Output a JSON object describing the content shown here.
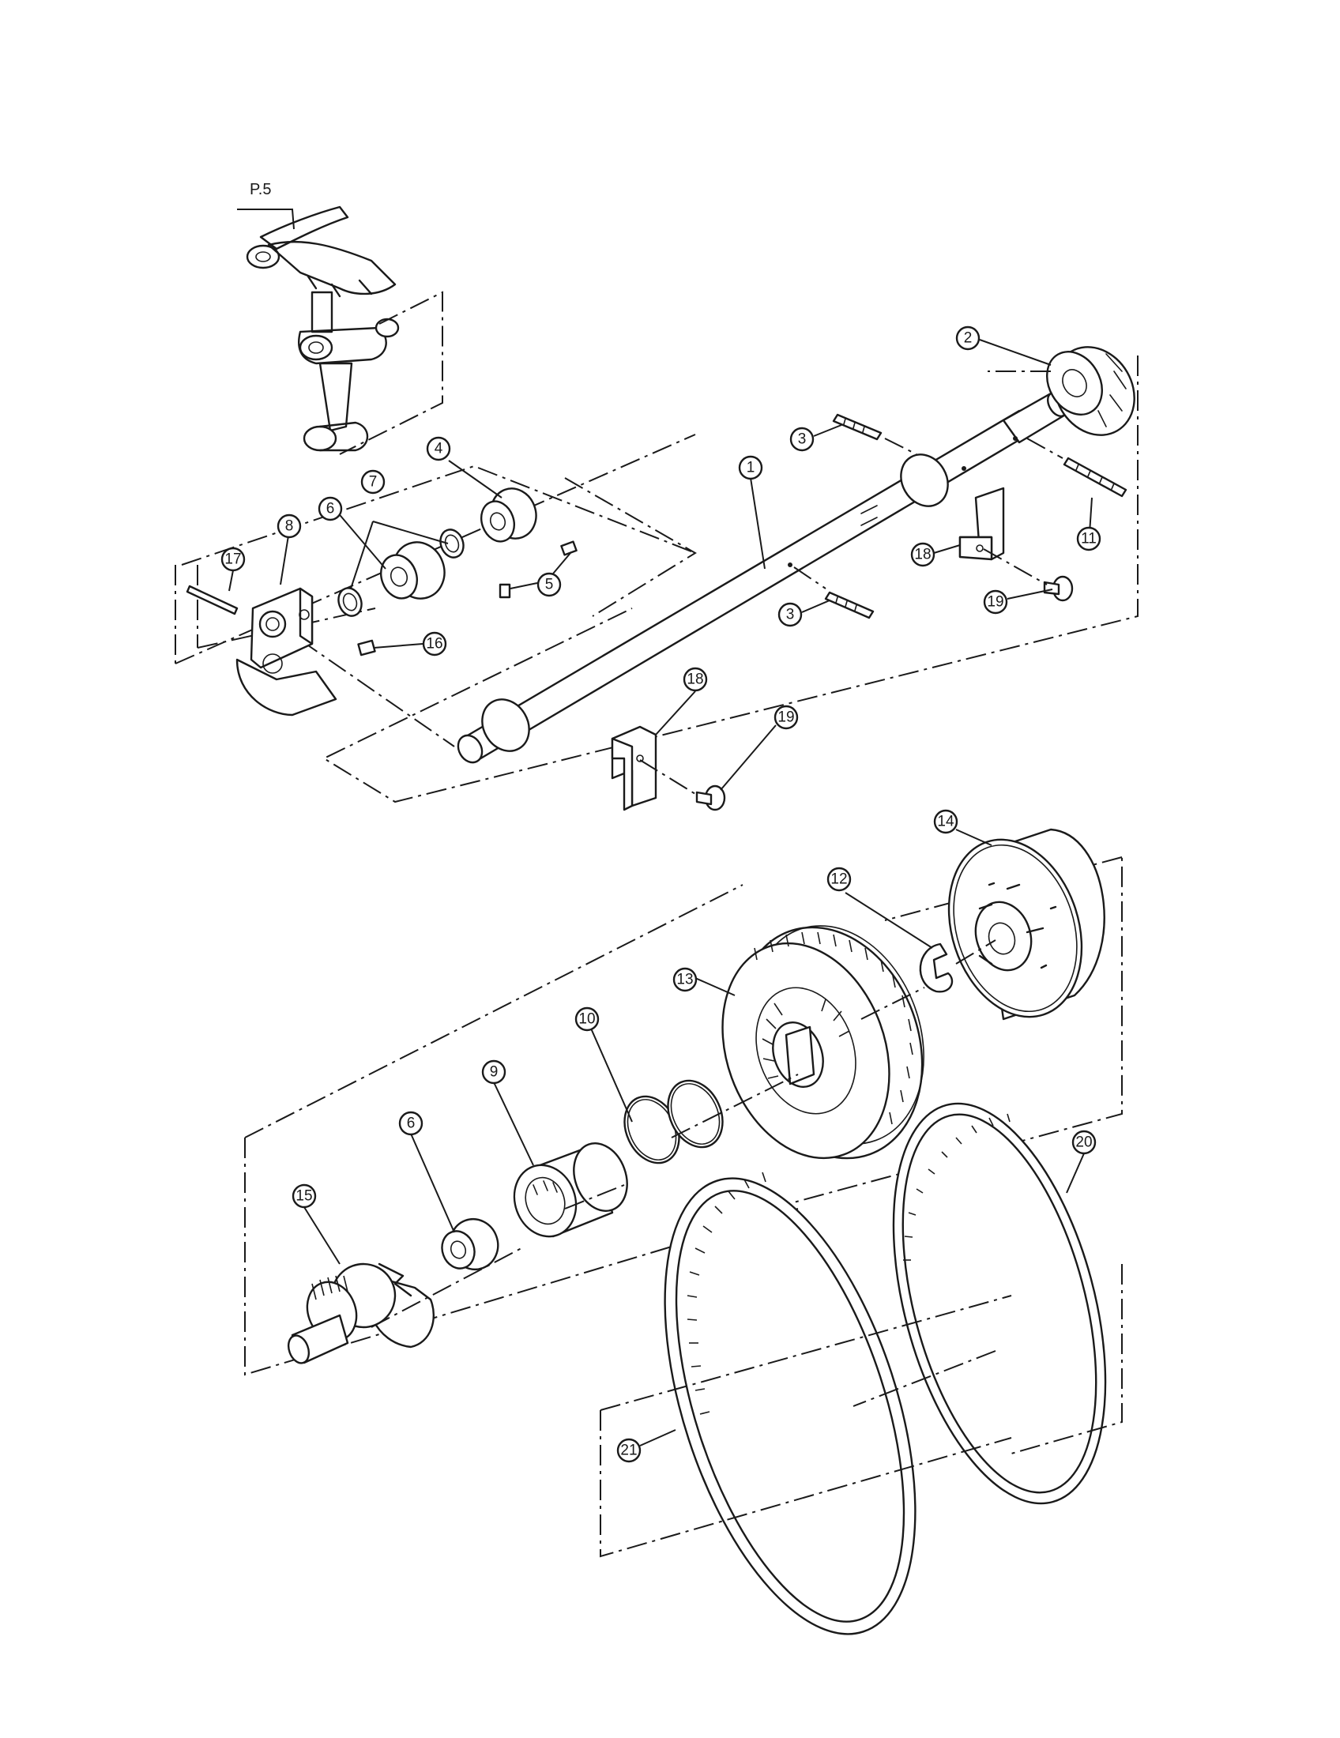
{
  "reference": {
    "label": "P.5"
  },
  "callouts": [
    "1",
    "2",
    "3",
    "3",
    "4",
    "5",
    "6",
    "6",
    "7",
    "8",
    "9",
    "10",
    "11",
    "12",
    "13",
    "14",
    "15",
    "16",
    "17",
    "18",
    "18",
    "19",
    "19",
    "20",
    "21"
  ]
}
